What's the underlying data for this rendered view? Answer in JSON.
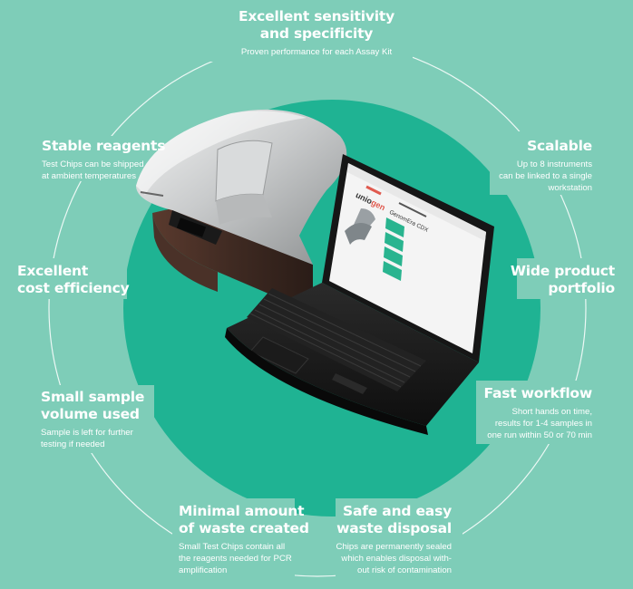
{
  "features": {
    "sensitivity": {
      "title_1": "Excellent sensitivity",
      "title_2": "and specificity",
      "desc_1": "Proven performance for each Assay Kit"
    },
    "stable": {
      "title_1": "Stable reagents",
      "desc_1": "Test Chips can be shipped",
      "desc_2": "at ambient temperatures"
    },
    "scalable": {
      "title_1": "Scalable",
      "desc_1": "Up to 8 instruments",
      "desc_2": "can be linked to a single",
      "desc_3": "workstation"
    },
    "cost": {
      "title_1": "Excellent",
      "title_2": "cost efficiency"
    },
    "portfolio": {
      "title_1": "Wide product",
      "title_2": "portfolio"
    },
    "sample": {
      "title_1": "Small sample",
      "title_2": "volume used",
      "desc_1": "Sample is left for further",
      "desc_2": "testing if needed"
    },
    "workflow": {
      "title_1": "Fast workflow",
      "desc_1": "Short hands on time,",
      "desc_2": "results for 1-4 samples in",
      "desc_3": "one run within 50 or 70 min"
    },
    "waste": {
      "title_1": "Minimal amount",
      "title_2": "of waste created",
      "desc_1": "Small Test Chips contain all",
      "desc_2": "the reagents needed for PCR",
      "desc_3": "amplification"
    },
    "disposal": {
      "title_1": "Safe and easy",
      "title_2": "waste disposal",
      "desc_1": "Chips are permanently sealed",
      "desc_2": "which enables disposal with-",
      "desc_3": "out risk of contamination"
    }
  },
  "screen": {
    "brand": "unio",
    "brand_accent": "gen",
    "product": "GenomEra CDX"
  },
  "colors": {
    "background": "#7ecdb8",
    "circle": "#1fb393",
    "accent": "#e05a4f"
  }
}
